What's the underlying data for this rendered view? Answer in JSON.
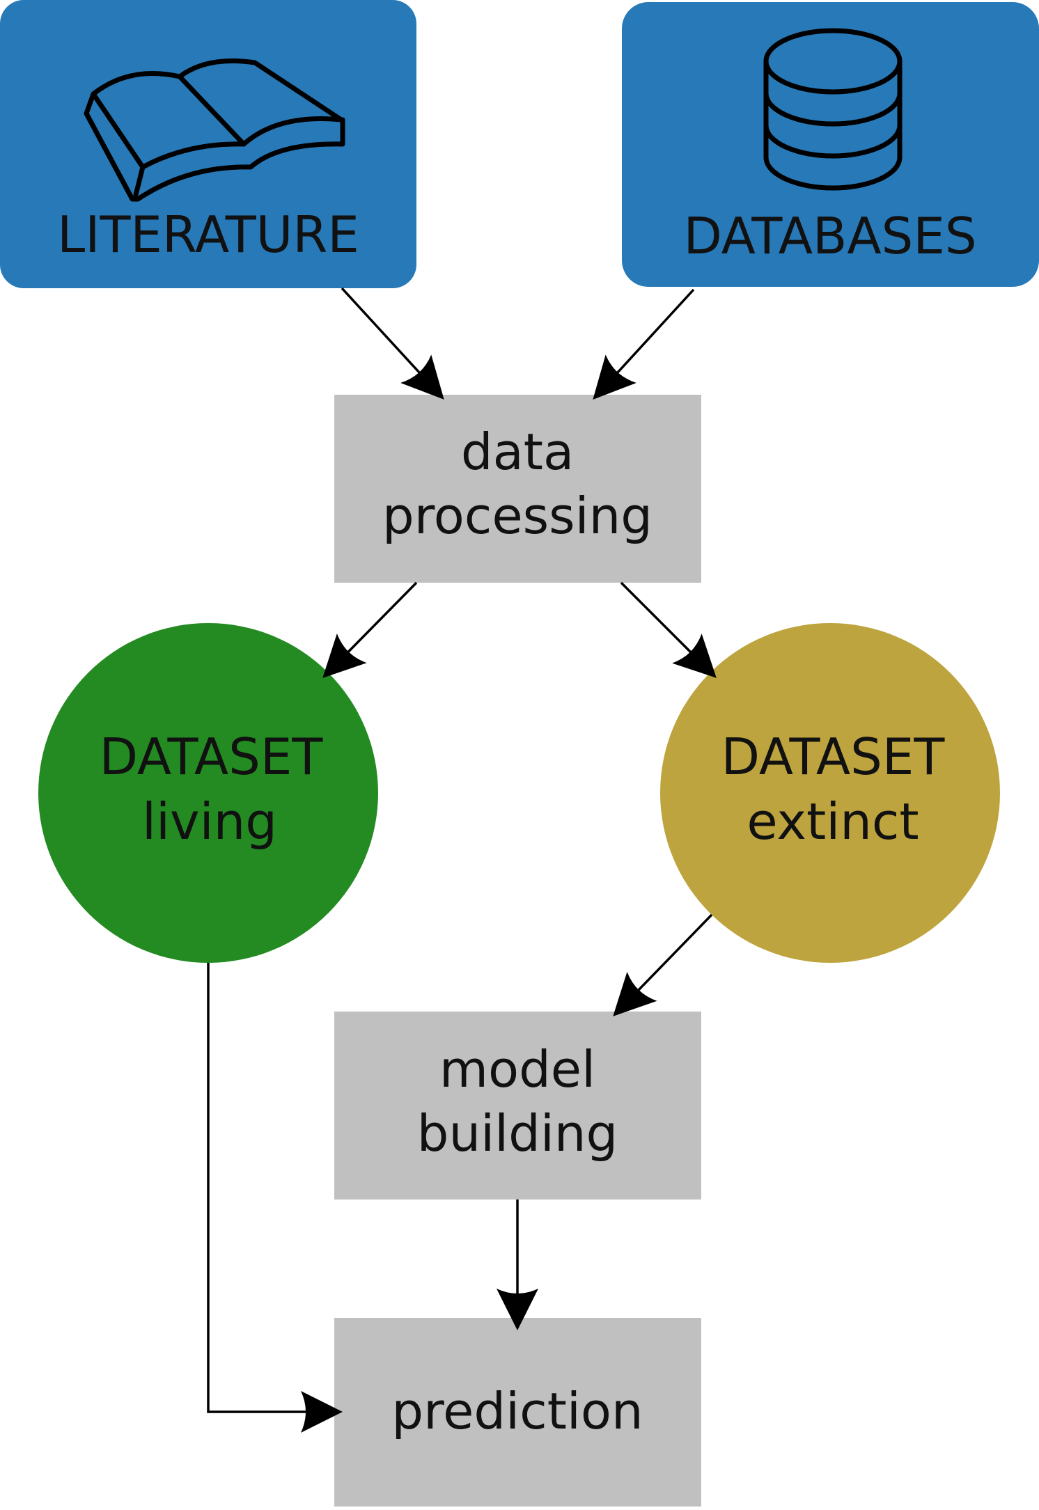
{
  "colors": {
    "source": "#2779b8",
    "process": "#c0c0c0",
    "dataset_living": "#238b22",
    "dataset_extinct": "#bea43e",
    "line": "#000000",
    "text": "#111111"
  },
  "sources": {
    "literature": {
      "label": "LITERATURE",
      "icon": "book-icon"
    },
    "databases": {
      "label": "DATABASES",
      "icon": "database-icon"
    }
  },
  "steps": {
    "data_processing": {
      "line1": "data",
      "line2": "processing"
    },
    "model_building": {
      "line1": "model",
      "line2": "building"
    },
    "prediction": {
      "label": "prediction"
    }
  },
  "datasets": {
    "living": {
      "line1": "DATASET",
      "line2": "living"
    },
    "extinct": {
      "line1": "DATASET",
      "line2": "extinct"
    }
  }
}
